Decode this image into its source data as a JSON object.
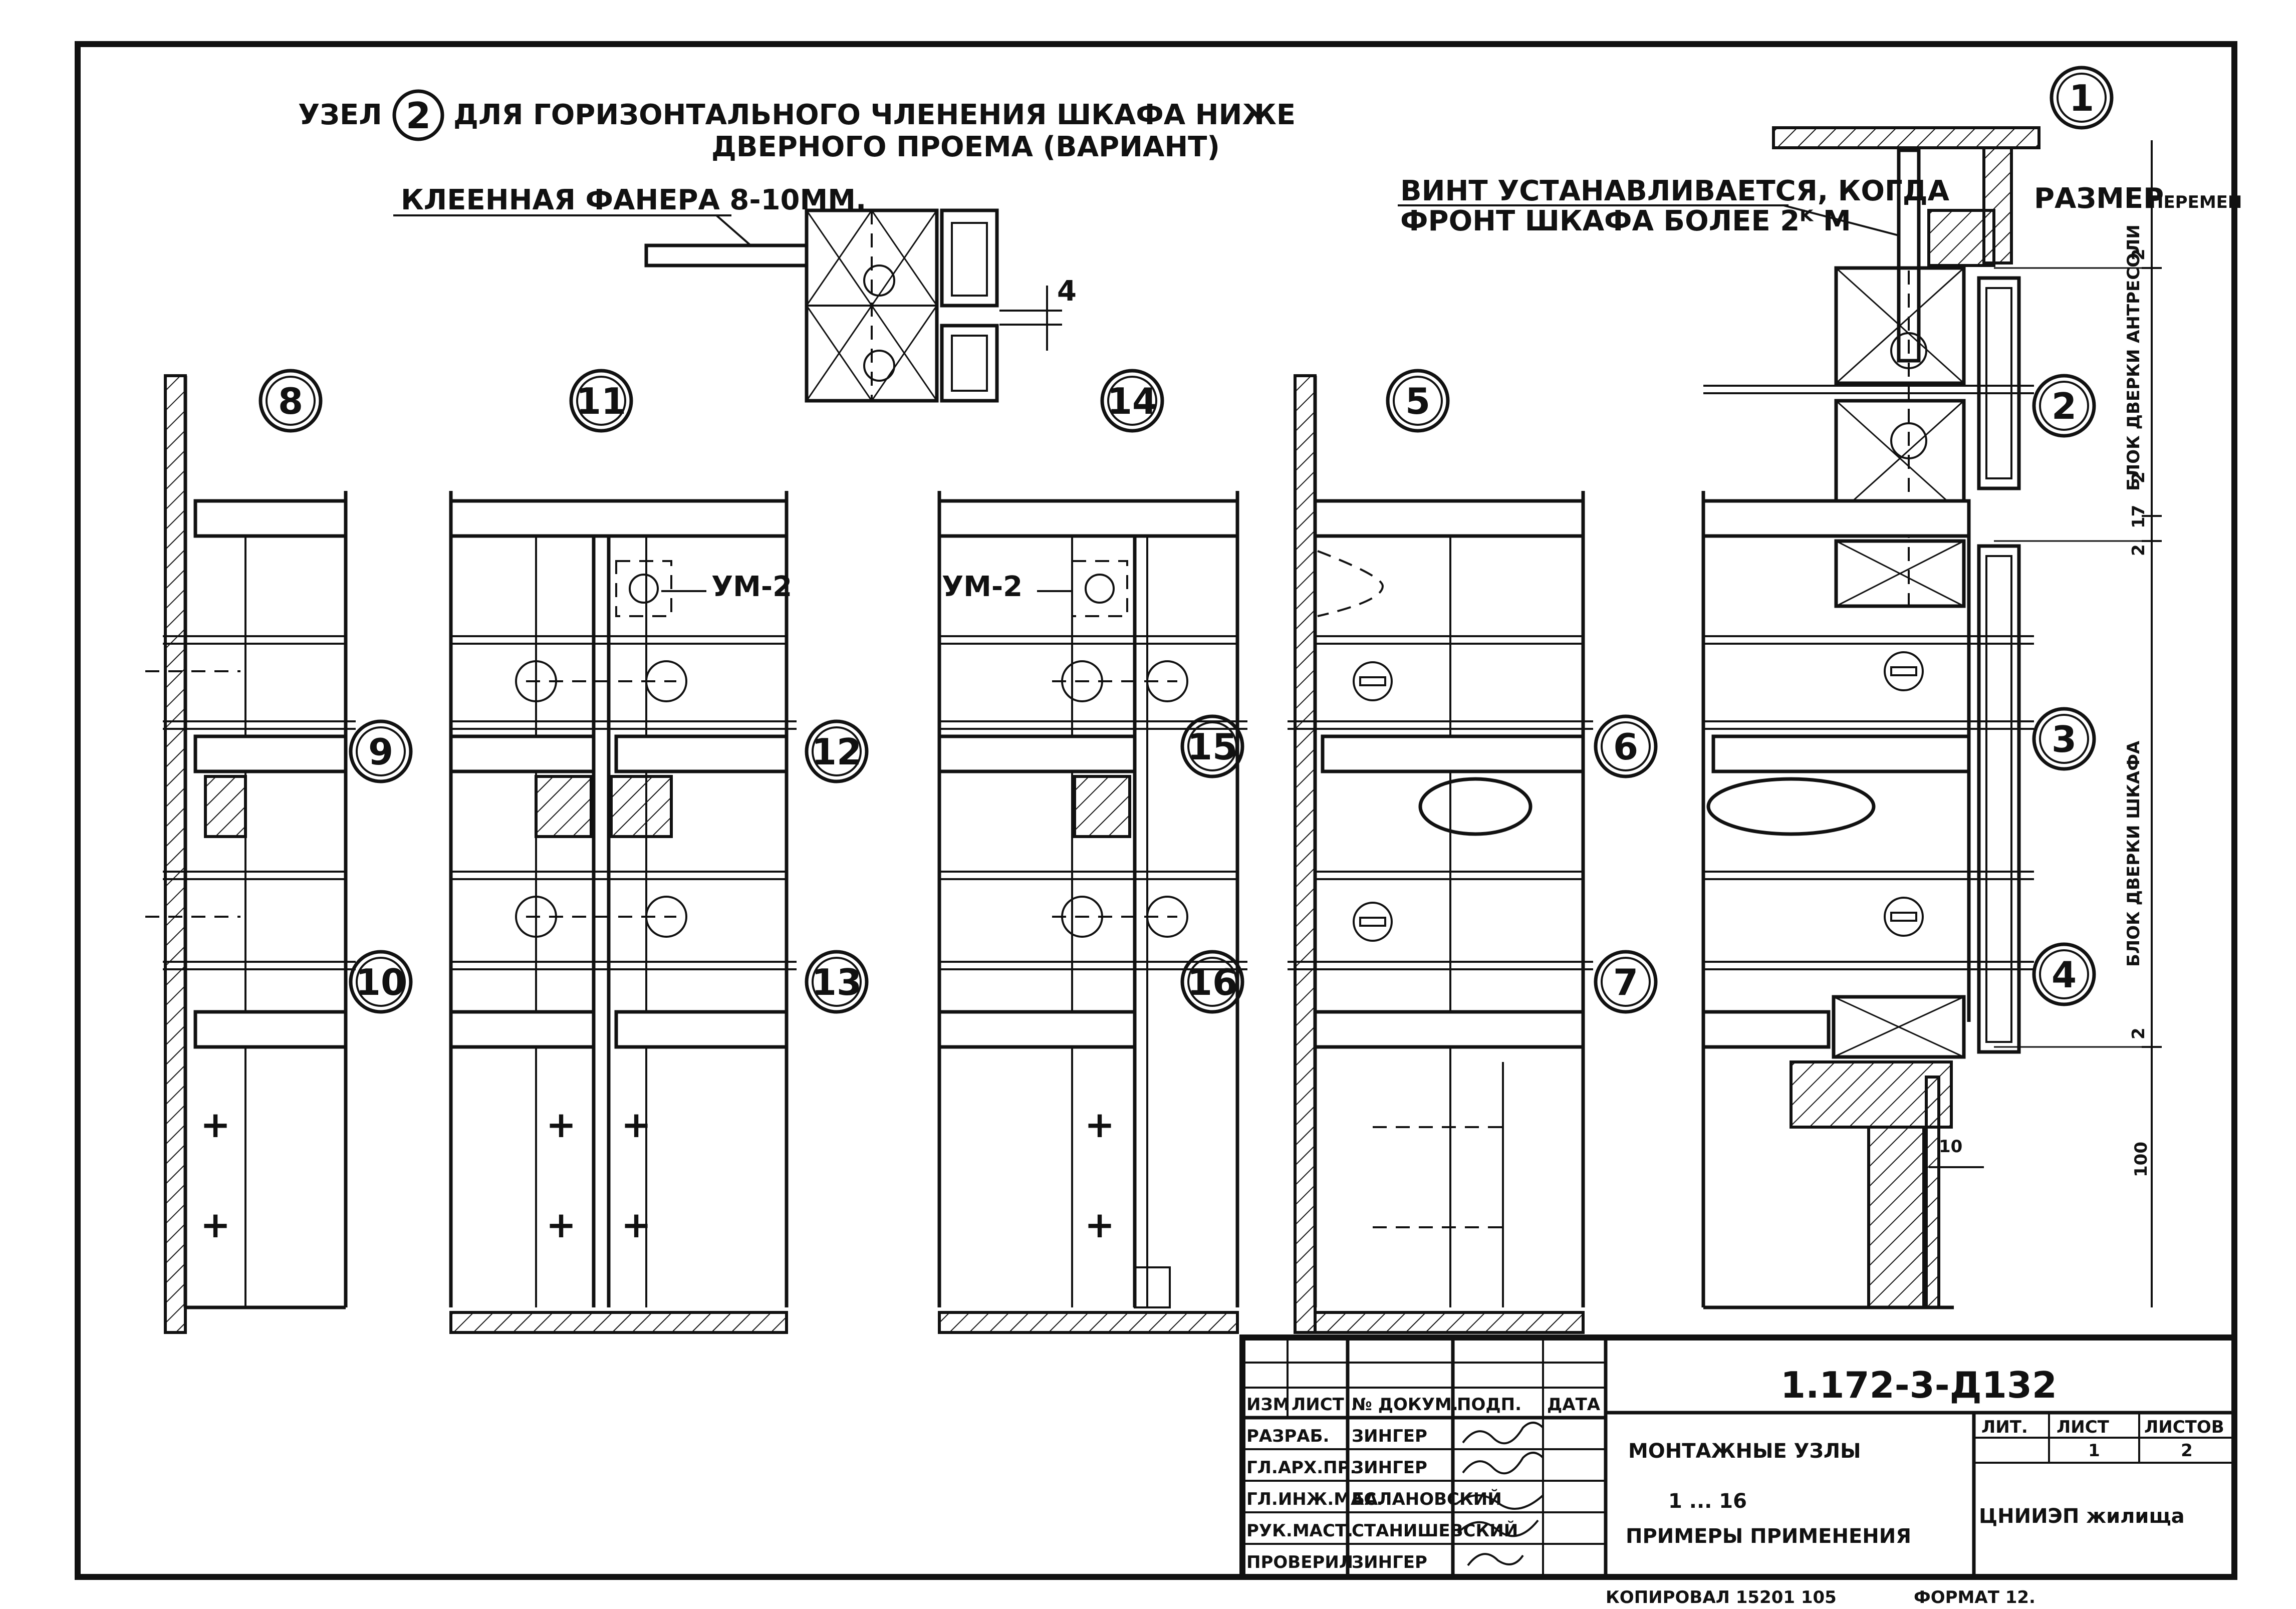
{
  "header": {
    "title_line1_prefix": "УЗЕЛ",
    "title_node": "2",
    "title_line1_suffix": "ДЛЯ ГОРИЗОНТАЛЬНОГО ЧЛЕНЕНИЯ ШКАФА НИЖЕ",
    "title_line2": "ДВЕРНОГО ПРОЕМА (ВАРИАНТ)",
    "plywood_label": "КЛЕЕННАЯ ФАНЕРА 8-10ММ.",
    "dim_4": "4"
  },
  "right_detail": {
    "node_1": "1",
    "screw_note_line1": "ВИНТ УСТАНАВЛИВАЕТСЯ, КОГДА",
    "screw_note_line2": "ФРОНТ ШКАФА БОЛЕЕ 2ᴷ М",
    "size_label": "РАЗМЕР",
    "size_label2": "ПЕРЕМЕН",
    "vert_block_mezzanine": "БЛОК ДВЕРКИ АНТРЕСОЛИ",
    "vert_block_cabinet": "БЛОК ДВЕРКИ ШКАФА",
    "dims": [
      "2",
      "2",
      "17",
      "2",
      "2",
      "100"
    ],
    "dim_10": "10",
    "nodes": [
      "2",
      "3",
      "4"
    ]
  },
  "columns": [
    {
      "top": "8",
      "mid": "9",
      "bot": "10"
    },
    {
      "top": "11",
      "mid": "12",
      "bot": "13"
    },
    {
      "top": "14",
      "mid": "15",
      "bot": "16"
    },
    {
      "top": "5",
      "mid": "6",
      "bot": "7"
    }
  ],
  "um_labels": [
    "УМ-2",
    "УМ-2"
  ],
  "title_block": {
    "code": "1.172-3-Д132",
    "headers": [
      "ИЗМ",
      "ЛИСТ",
      "№ ДОКУМ.",
      "ПОДП.",
      "ДАТА"
    ],
    "rows": [
      {
        "role": "РАЗРАБ.",
        "name": "ЗИНГЕР"
      },
      {
        "role": "ГЛ.АРХ.ПР.",
        "name": "ЗИНГЕР"
      },
      {
        "role": "ГЛ.ИНЖ.МАС.",
        "name": "БАЛАНОВСКИЙ"
      },
      {
        "role": "РУК.МАСТ.",
        "name": "СТАНИШЕВСКИЙ"
      },
      {
        "role": "ПРОВЕРИЛ",
        "name": "ЗИНГЕР"
      }
    ],
    "name_line1": "МОНТАЖНЫЕ УЗЛЫ",
    "name_line2": "1 ... 16",
    "name_line3": "ПРИМЕРЫ ПРИМЕНЕНИЯ",
    "lit_label": "ЛИТ.",
    "sheet_label": "ЛИСТ",
    "sheets_label": "ЛИСТОВ",
    "sheet_value": "1",
    "sheets_value": "2",
    "org": "ЦНИИЭП жилища",
    "copied": "КОПИРОВАЛ 15201 105",
    "format": "ФОРМАТ 12."
  }
}
